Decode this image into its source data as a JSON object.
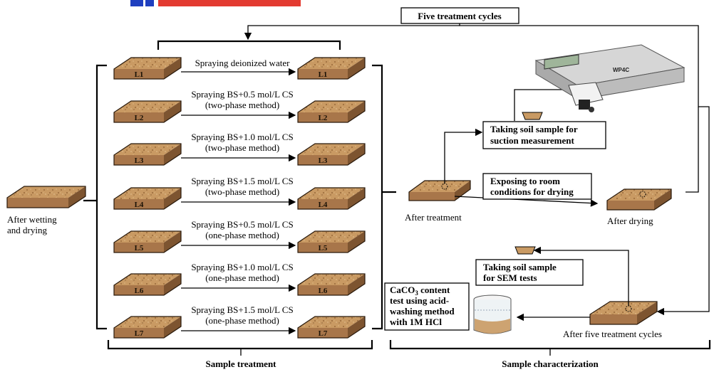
{
  "header": {
    "cycles_label": "Five treatment cycles"
  },
  "left_sample": {
    "line1": "After wetting",
    "line2": "and drying"
  },
  "layers": [
    {
      "tag": "L1",
      "line1": "Spraying deionized water",
      "line2": ""
    },
    {
      "tag": "L2",
      "line1": "Spraying BS+0.5 mol/L CS",
      "line2": "(two-phase method)"
    },
    {
      "tag": "L3",
      "line1": "Spraying BS+1.0 mol/L CS",
      "line2": "(two-phase method)"
    },
    {
      "tag": "L4",
      "line1": "Spraying BS+1.5 mol/L CS",
      "line2": "(two-phase method)"
    },
    {
      "tag": "L5",
      "line1": "Spraying BS+0.5 mol/L CS",
      "line2": "(one-phase method)"
    },
    {
      "tag": "L6",
      "line1": "Spraying BS+1.0 mol/L CS",
      "line2": "(one-phase method)"
    },
    {
      "tag": "L7",
      "line1": "Spraying BS+1.5 mol/L CS",
      "line2": "(one-phase method)"
    }
  ],
  "characterization": {
    "after_treatment": "After treatment",
    "after_drying": "After drying",
    "after_five_cycles": "After five treatment cycles",
    "suction_box": {
      "line1": "Taking soil sample for",
      "line2": "suction measurement"
    },
    "drying_box": {
      "line1": "Exposing to room",
      "line2": "conditions for drying"
    },
    "sem_box": {
      "line1": "Taking soil sample",
      "line2": "for SEM tests"
    },
    "caco3_box": {
      "line1_main": "CaCO",
      "line1_sub": "3",
      "line1_rest": " content",
      "line2": "test using acid-",
      "line3": "washing method",
      "line4": "with 1M HCl"
    },
    "device_label": "WP4C"
  },
  "footer": {
    "left_title": "Sample treatment",
    "right_title": "Sample characterization"
  },
  "colors": {
    "soil_light": "#c99a63",
    "soil_dark": "#7d5430",
    "title_banner": "#1f3fbf",
    "title_accent": "#e0261b"
  }
}
